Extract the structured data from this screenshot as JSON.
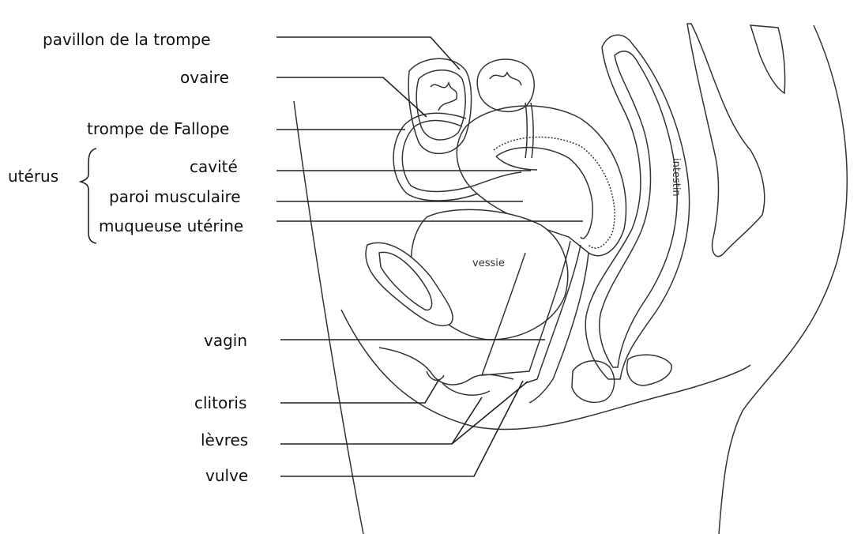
{
  "labels": {
    "pavillon": "pavillon de la trompe",
    "ovaire": "ovaire",
    "trompe": "trompe de Fallope",
    "uterus": "utérus",
    "cavite": "cavité",
    "paroi": "paroi musculaire",
    "muqueuse": "muqueuse utérine",
    "vagin": "vagin",
    "clitoris": "clitoris",
    "levres": "lèvres",
    "vulve": "vulve",
    "vessie": "vessie",
    "intestin": "intestin"
  },
  "colors": {
    "line": "#222222",
    "organ_outline": "#333333",
    "hatch": "#6b6b6b",
    "ovary_shade": "#8a8a8a",
    "text": "#111111"
  }
}
